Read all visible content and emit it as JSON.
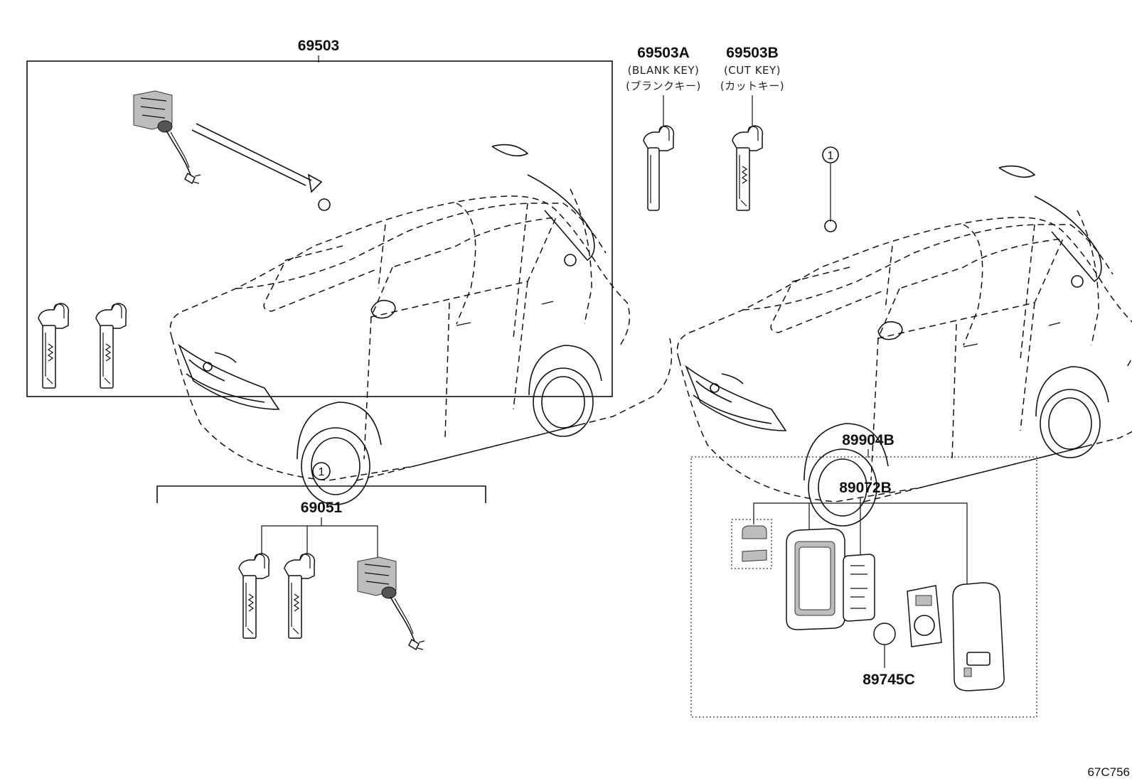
{
  "labels": {
    "group_69503": "69503",
    "key_69503A": "69503A",
    "key_69503A_en": "(BLANK KEY)",
    "key_69503A_jp": "(ブランクキー)",
    "key_69503B": "69503B",
    "key_69503B_en": "(CUT KEY)",
    "key_69503B_jp": "(カットキー)",
    "ref_circle_car": "1",
    "ref_circle_set": "1",
    "set_69051": "69051",
    "group_89904B": "89904B",
    "part_89072B": "89072B",
    "part_89745C": "89745C",
    "diagram_code": "67C756"
  }
}
